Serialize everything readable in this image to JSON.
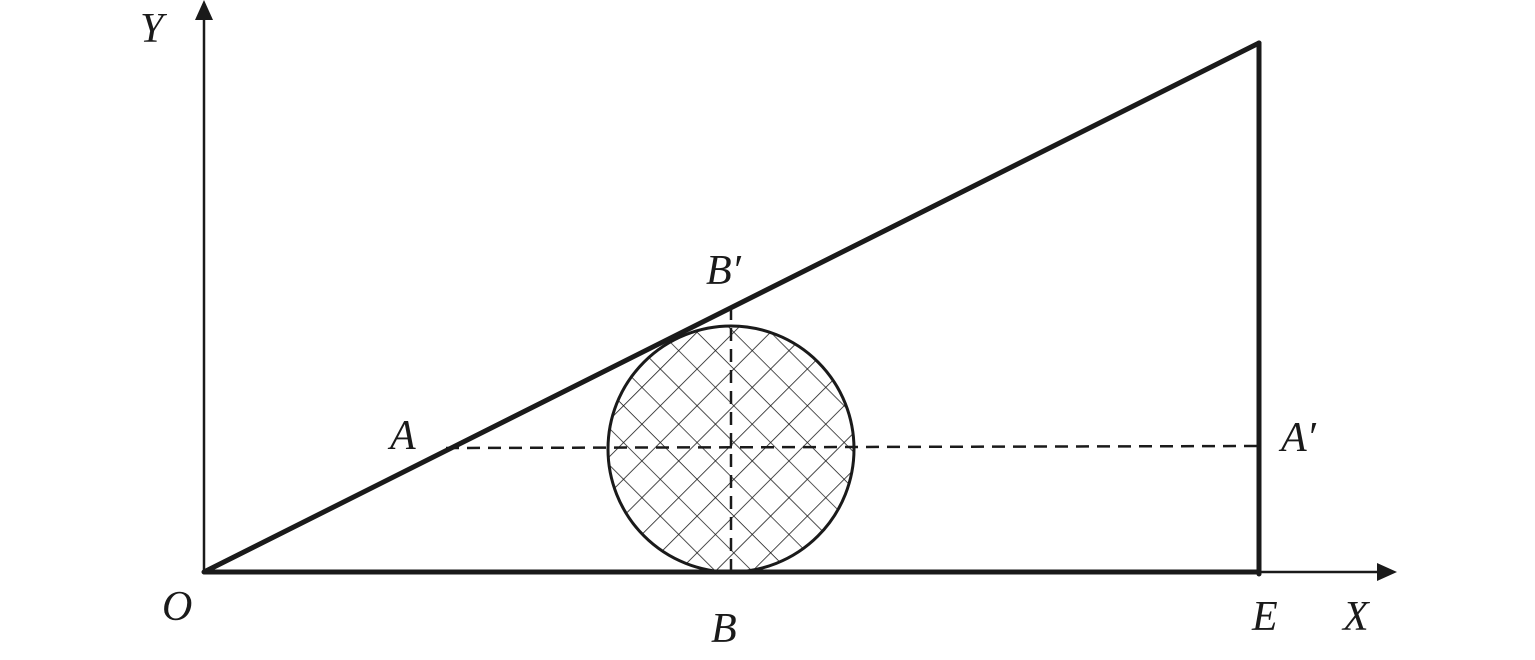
{
  "labels": {
    "y_axis": "Y",
    "x_axis": "X",
    "origin": "O",
    "point_a": "A",
    "point_a_prime": "A′",
    "point_b": "B",
    "point_b_prime": "B′",
    "point_e": "E"
  },
  "colors": {
    "stroke": "#1a1a1a",
    "background": "#ffffff"
  }
}
